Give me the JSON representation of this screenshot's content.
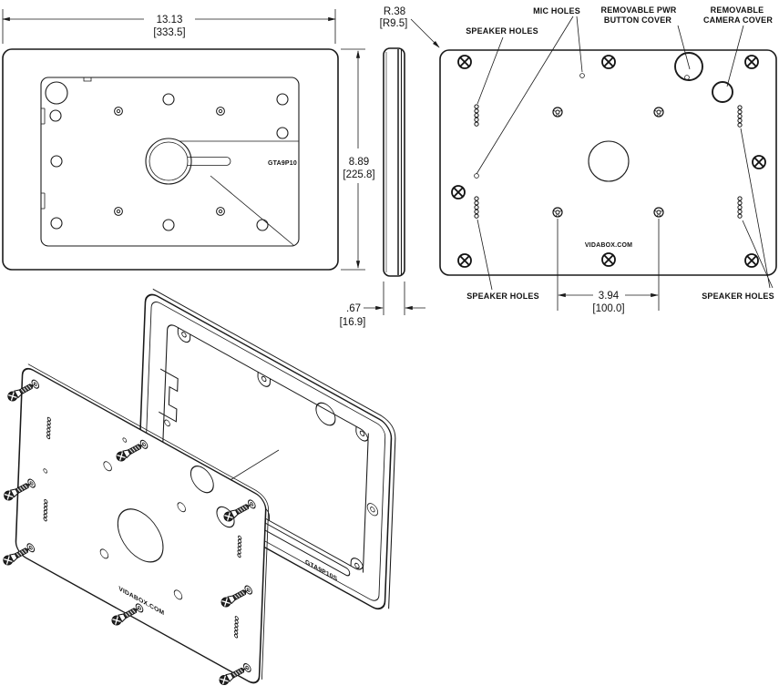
{
  "views": {
    "front": {
      "part_number": "GTA9P10",
      "width_in": "13.13",
      "width_mm": "[333.5]",
      "height_in": "8.89",
      "height_mm": "[225.8]"
    },
    "side": {
      "corner_radius_in": "R.38",
      "corner_radius_mm": "[R9.5]",
      "depth_in": ".67",
      "depth_mm": "[16.9]"
    },
    "back": {
      "brand": "VIDABOX.COM",
      "vesa_in": "3.94",
      "vesa_mm": "[100.0]",
      "labels": {
        "speaker_top": "SPEAKER HOLES",
        "mic": "MIC HOLES",
        "pwr1": "REMOVABLE PWR",
        "pwr2": "BUTTON COVER",
        "cam1": "REMOVABLE",
        "cam2": "CAMERA COVER",
        "speaker_bottom_left": "SPEAKER HOLES",
        "speaker_bottom_right": "SPEAKER HOLES"
      }
    },
    "exploded": {
      "brand": "VIDABOX.COM",
      "part_number": "GTA9P10S"
    }
  }
}
